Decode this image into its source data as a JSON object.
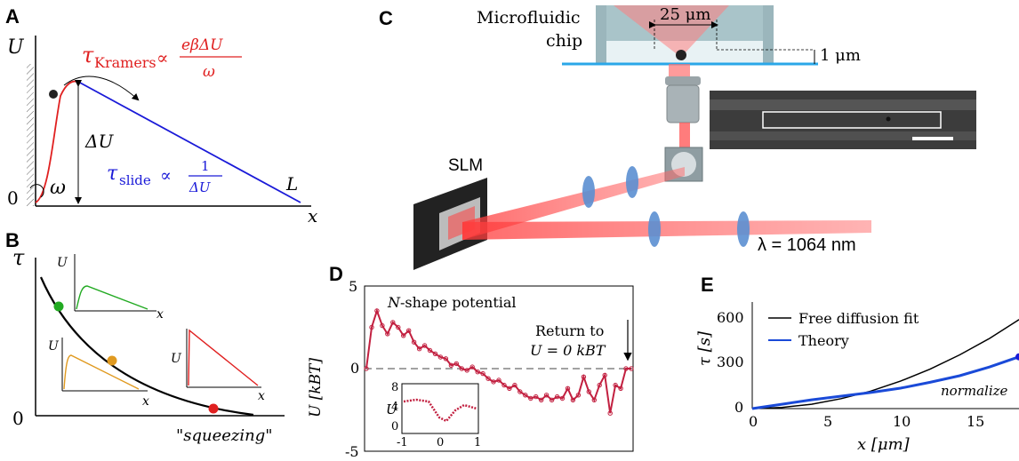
{
  "panels": {
    "A": {
      "label": "A",
      "y_axis": "U",
      "x_axis": "x",
      "tau_kramers": "τKramers ∝ e^βΔU / ω",
      "tau_kramers_sym": "τ",
      "tau_kramers_sub": "Kramers",
      "tau_kramers_prop": "∝",
      "tau_kramers_num": "eβΔU",
      "tau_kramers_den": "ω",
      "delta_u": "ΔU",
      "omega": "ω",
      "tau_slide_sym": "τ",
      "tau_slide_sub": "slide",
      "tau_slide_prop": "∝",
      "tau_slide_num": "1",
      "tau_slide_den": "ΔU",
      "zero": "0",
      "L": "L",
      "colors": {
        "kramers": "#e02020",
        "slide": "#1a1ad8"
      }
    },
    "B": {
      "label": "B",
      "y_axis": "τ",
      "zero": "0",
      "squeezing": "\"squeezing\"",
      "inset_u": "U",
      "inset_x": "x",
      "colors": {
        "green": "#22aa22",
        "orange": "#e09a20",
        "red": "#e02020"
      }
    },
    "C": {
      "label": "C",
      "chip_label_1": "Microfluidic",
      "chip_label_2": "chip",
      "width_label": "25 μm",
      "height_label": "1 μm",
      "slm_label": "SLM",
      "wavelength": "λ = 1064 nm"
    },
    "D": {
      "label": "D",
      "title": "N-shape potential",
      "title_italic": "N",
      "title_rest": "-shape potential",
      "return_label_1": "Return to",
      "return_label_2": "U = 0 kBT",
      "y_label": "U [kBT]",
      "y_ticks": [
        "5",
        "0",
        "-5"
      ],
      "inset_y_label": "U",
      "inset_y_ticks": [
        "8",
        "4",
        "0"
      ],
      "inset_x_ticks": [
        "-1",
        "0",
        "1"
      ]
    },
    "E": {
      "label": "E",
      "y_label": "τ [s]",
      "x_label": "x [μm]",
      "y_ticks": [
        "600",
        "300",
        "0"
      ],
      "x_ticks": [
        "0",
        "5",
        "10",
        "15"
      ],
      "legend": [
        "Free diffusion fit",
        "Theory"
      ],
      "annotation": "normalize"
    }
  },
  "chart_data": [
    {
      "type": "line",
      "ylabel": "U [kBT]",
      "ylim": [
        -5,
        5
      ],
      "title": "N-shape potential",
      "series": [
        {
          "x": [
            0.0,
            0.02,
            0.04,
            0.06,
            0.08,
            0.1,
            0.12,
            0.14,
            0.16,
            0.18,
            0.2,
            0.22,
            0.24,
            0.26,
            0.28,
            0.3,
            0.32,
            0.34,
            0.36,
            0.38,
            0.4,
            0.42,
            0.44,
            0.46,
            0.48,
            0.5,
            0.52,
            0.54,
            0.56,
            0.58,
            0.6,
            0.62,
            0.64,
            0.66,
            0.68,
            0.7,
            0.72,
            0.74,
            0.76,
            0.78,
            0.8,
            0.82,
            0.84,
            0.86,
            0.88,
            0.9,
            0.92,
            0.94,
            0.96,
            0.98,
            1.0
          ],
          "y": [
            0,
            2.5,
            3.5,
            2.6,
            2.1,
            2.8,
            2.5,
            2.0,
            2.3,
            1.6,
            1.2,
            1.4,
            1.1,
            0.9,
            0.7,
            0.6,
            0.2,
            0.3,
            0.0,
            -0.1,
            0.1,
            -0.2,
            -0.3,
            -0.6,
            -0.8,
            -0.7,
            -1.0,
            -1.2,
            -1.0,
            -1.4,
            -1.6,
            -1.8,
            -1.7,
            -1.9,
            -1.6,
            -1.9,
            -1.7,
            -1.8,
            -1.2,
            -1.9,
            -1.6,
            -0.5,
            -1.4,
            -1.9,
            -1.0,
            -0.4,
            -2.7,
            -1.0,
            -1.2,
            0.0,
            0.0
          ]
        }
      ]
    },
    {
      "type": "line",
      "xlabel": "x [μm]",
      "ylabel": "τ [s]",
      "xlim": [
        0,
        18
      ],
      "ylim": [
        0,
        700
      ],
      "legend": "top-left",
      "series": [
        {
          "name": "Free diffusion fit",
          "x": [
            0,
            2,
            4,
            6,
            8,
            10,
            12,
            14,
            16,
            18
          ],
          "y": [
            0,
            8,
            30,
            68,
            120,
            188,
            270,
            368,
            480,
            610
          ]
        },
        {
          "name": "Theory",
          "x": [
            0,
            2,
            4,
            6,
            8,
            10,
            12,
            14,
            16,
            18
          ],
          "y": [
            0,
            30,
            60,
            85,
            110,
            140,
            180,
            225,
            285,
            355
          ]
        }
      ]
    }
  ]
}
